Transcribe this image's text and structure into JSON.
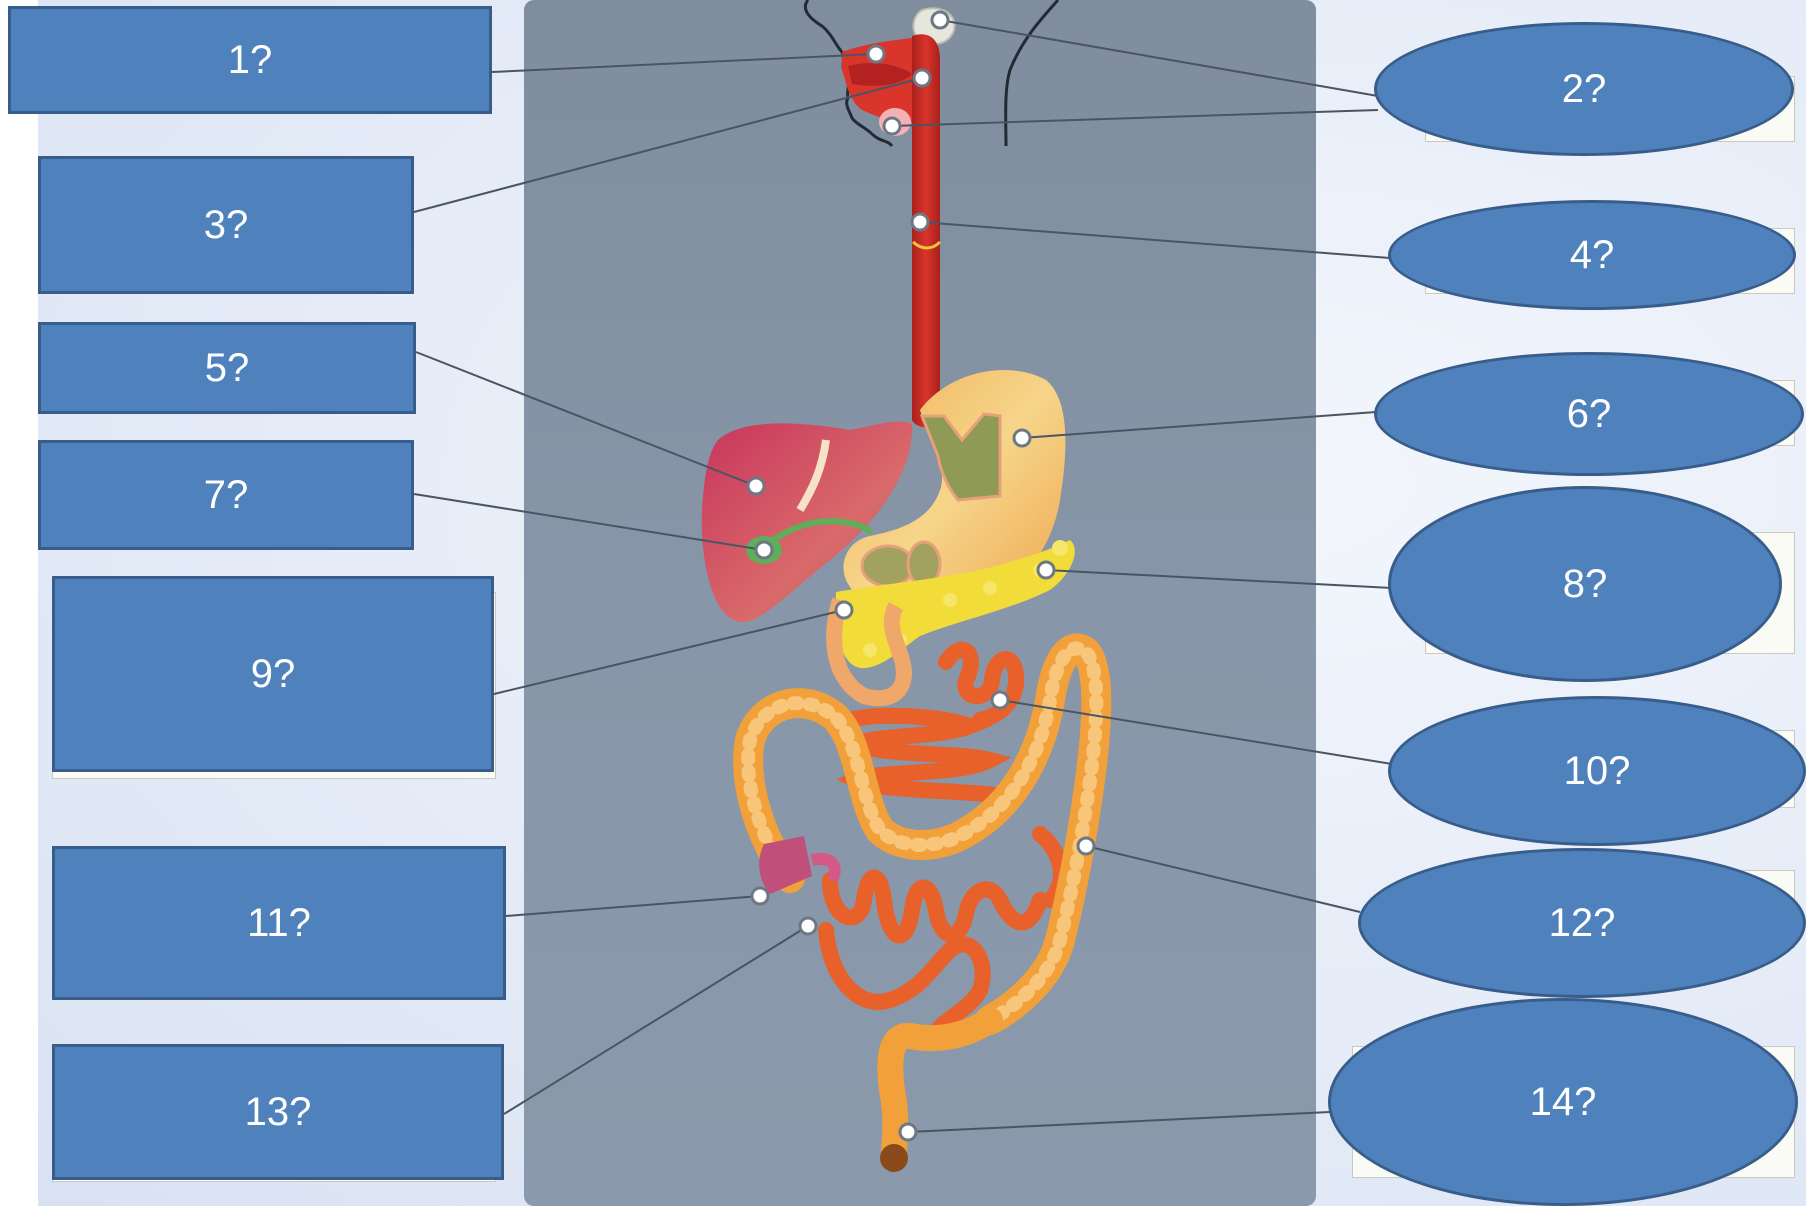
{
  "labels": {
    "l1": "1?",
    "l2": "2?",
    "l3": "3?",
    "l4": "4?",
    "l5": "5?",
    "l6": "6?",
    "l7": "7?",
    "l8": "8?",
    "l9": "9?",
    "l10": "10?",
    "l11": "11?",
    "l12": "12?",
    "l13": "13?",
    "l14": "14?"
  },
  "colors": {
    "label_fill": "#4f81bd",
    "label_border": "#385d8a",
    "panel": "#8796a8",
    "leader": "#4a5563"
  }
}
